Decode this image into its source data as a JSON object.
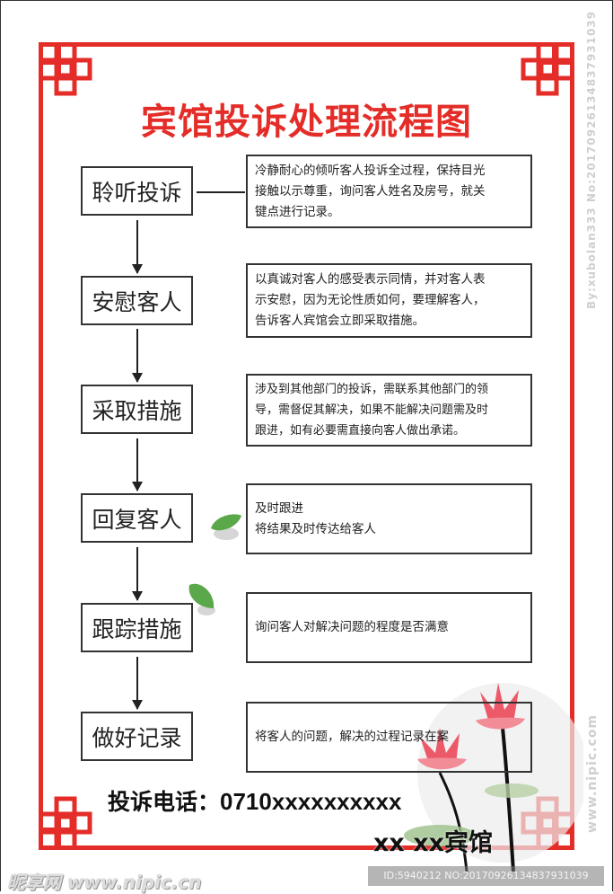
{
  "title": "宾馆投诉处理流程图",
  "colors": {
    "frame": "#e42d28",
    "title": "#e42d28",
    "text": "#222222",
    "box_border": "#333333"
  },
  "steps": [
    {
      "label": "聆听投诉",
      "description": [
        "冷静耐心的倾听客人投诉全过程，保持目光",
        "接触以示尊重，询问客人姓名及房号，就关",
        "键点进行记录。"
      ]
    },
    {
      "label": "安慰客人",
      "description": [
        "以真诚对客人的感受表示同情，并对客人表",
        "示安慰，因为无论性质如何，要理解客人，",
        "告诉客人宾馆会立即采取措施。"
      ]
    },
    {
      "label": "采取措施",
      "description": [
        "涉及到其他部门的投诉，需联系其他部门的领",
        "导，需督促其解决，如果不能解决问题需及时",
        "跟进，如有必要需直接向客人做出承诺。"
      ]
    },
    {
      "label": "回复客人",
      "description": [
        "及时跟进",
        "将结果及时传达给客人"
      ]
    },
    {
      "label": "跟踪措施",
      "description": [
        "询问客人对解决问题的程度是否满意"
      ]
    },
    {
      "label": "做好记录",
      "description": [
        "将客人的问题，解决的过程记录在案"
      ]
    }
  ],
  "footer": {
    "phone_label": "投诉电话：",
    "phone_number": "0710xxxxxxxxxx",
    "hotel_name": "xx xx宾馆"
  },
  "watermarks": {
    "side_top": "By:xubolan333 No:20170926134837931039",
    "side_bottom": "www.nipic.com",
    "bottom_left": "昵享网 www.nipic.cn",
    "bottom_id": "ID:5940212 NO:20170926134837931039"
  }
}
